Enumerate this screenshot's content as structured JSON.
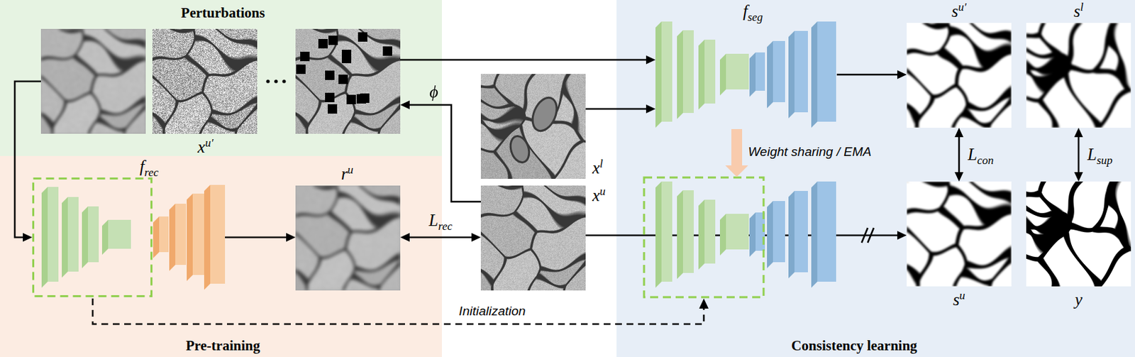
{
  "diagram": {
    "nodes": [
      {
        "text": [
          "Perturbations"
        ]
      },
      {
        "text": [
          "Pre-training"
        ]
      },
      {
        "text": [
          "Consistency learning"
        ]
      },
      {
        "text": [
          "xu′"
        ],
        "in": 0
      },
      {
        "text": [
          "frec"
        ],
        "in": 1
      },
      {
        "text": [
          "ru"
        ],
        "in": 1
      },
      {
        "text": [
          "xl"
        ]
      },
      {
        "text": [
          "xu"
        ]
      },
      {
        "text": [
          "fseg"
        ],
        "in": 2
      },
      {
        "text": [
          "su′"
        ],
        "in": 2
      },
      {
        "text": [
          "sl"
        ],
        "in": 2
      },
      {
        "text": [
          "su"
        ],
        "in": 2
      },
      {
        "text": [
          "y"
        ],
        "in": 2
      }
    ],
    "edges": [
      {
        "from": 3,
        "to": 4,
        "arrow": "to"
      },
      {
        "from": 4,
        "to": 5,
        "arrow": "to"
      },
      {
        "from": 5,
        "to": 7,
        "label": "Lrec",
        "arrow": "both"
      },
      {
        "from": 7,
        "to": 3,
        "label": "ϕ",
        "arrow": "to"
      },
      {
        "from": 3,
        "to": 8,
        "arrow": "to"
      },
      {
        "from": 6,
        "to": 8,
        "arrow": "to"
      },
      {
        "from": 8,
        "to": 9,
        "arrow": "to"
      },
      {
        "from": 7,
        "to": 11,
        "arrow": "to"
      },
      {
        "from": 9,
        "to": 11,
        "label": "Lcon",
        "arrow": "both"
      },
      {
        "from": 10,
        "to": 12,
        "label": "Lsup",
        "arrow": "both"
      }
    ],
    "labels": [
      "Weight sharing / EMA",
      "Initialization"
    ]
  }
}
